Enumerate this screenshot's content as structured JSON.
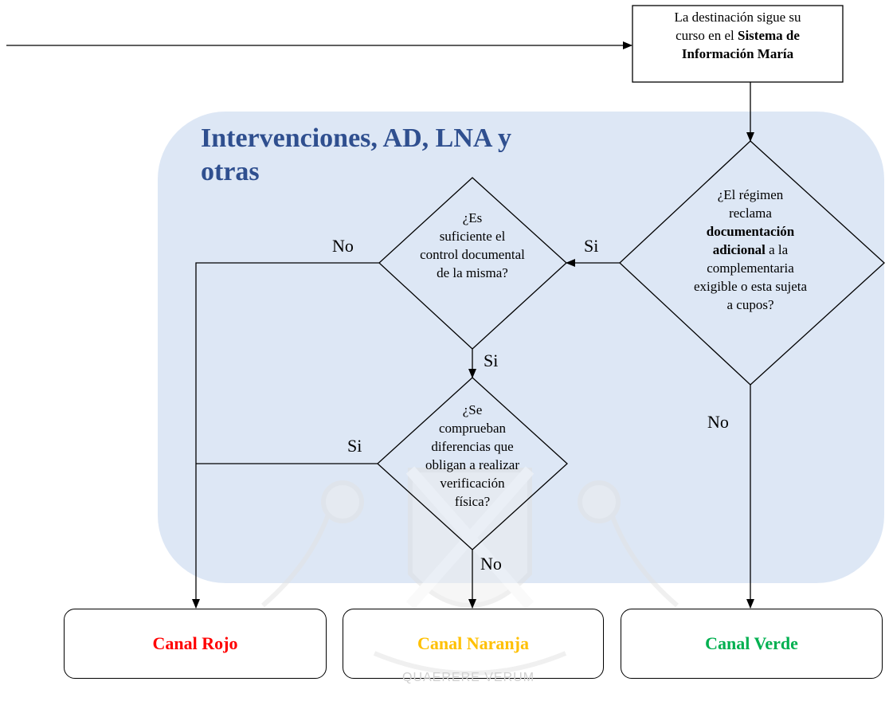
{
  "start_box": {
    "line1": "La destinación sigue su",
    "line2_prefix": "curso en el ",
    "line2_bold": "Sistema de",
    "line3_bold": "Información María"
  },
  "group": {
    "title": "Intervenciones, AD, LNA y otras",
    "color": "#2f4f8f",
    "fill": "#dbe6f4"
  },
  "decision_regime": {
    "line1": "¿El régimen",
    "line2": "reclama",
    "line3_bold": "documentación",
    "line4_bold": "adicional",
    "line4_rest": " a la",
    "line5": "complementaria",
    "line6": "exigible o esta sujeta",
    "line7": "a cupos?"
  },
  "decision_control": {
    "lines": [
      "¿Es",
      "suficiente el",
      "control documental",
      "de la misma?"
    ]
  },
  "decision_diff": {
    "lines": [
      "¿Se",
      "comprueban",
      "diferencias que",
      "obligan a realizar",
      "verificación",
      "física?"
    ]
  },
  "labels": {
    "si_regime": "Si",
    "no_regime": "No",
    "no_control": "No",
    "si_control": "Si",
    "si_diff": "Si",
    "no_diff": "No"
  },
  "channels": {
    "red": {
      "label": "Canal Rojo",
      "color": "#ff0000"
    },
    "orange": {
      "label": "Canal Naranja",
      "color": "#ffc000"
    },
    "green": {
      "label": "Canal Verde",
      "color": "#00b050"
    }
  },
  "watermark": {
    "motto": "QUAERERE VERUM"
  }
}
